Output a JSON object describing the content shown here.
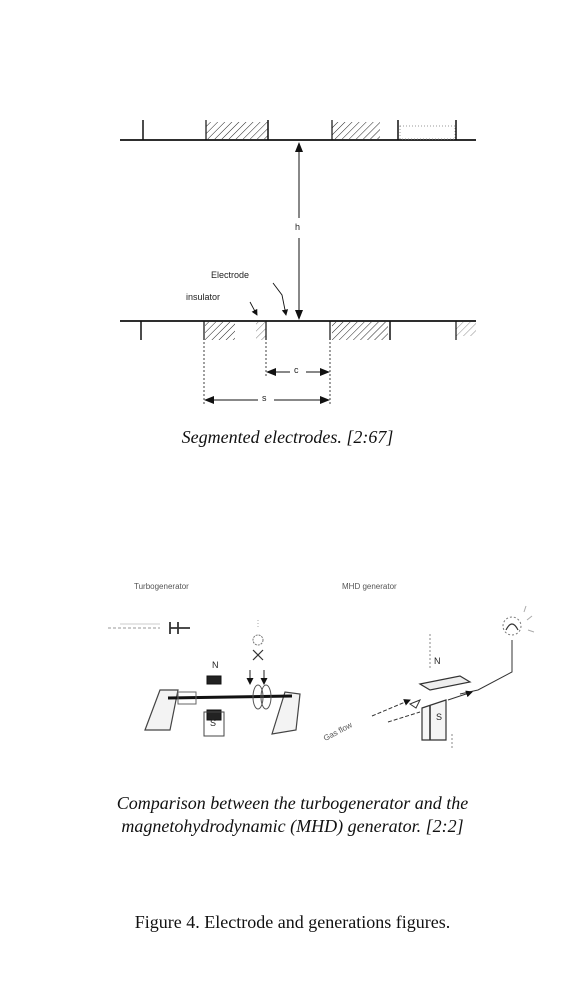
{
  "diagram1": {
    "labels": {
      "h": "h",
      "electrode": "Electrode",
      "insulator": "insulator",
      "c": "c",
      "s": "s"
    },
    "caption": "Segmented electrodes.  [2:67]"
  },
  "diagram2": {
    "left_title": "Turbogenerator",
    "right_title": "MHD generator",
    "left_labels": {
      "n": "N",
      "s": "S"
    },
    "right_labels": {
      "n": "N",
      "s": "S",
      "gas_flow": "Gas flow"
    },
    "caption_line1": "Comparison between the turbogenerator and the",
    "caption_line2": "magnetohydrodynamic (MHD) generator.  [2:2]"
  },
  "figure_caption": "Figure 4.  Electrode and generations figures."
}
